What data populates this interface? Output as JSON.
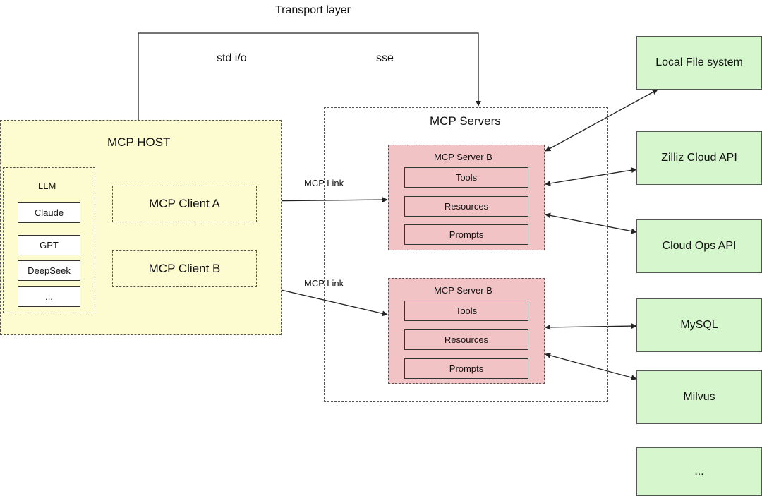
{
  "transport": {
    "title": "Transport layer",
    "stdio_label": "std i/o",
    "sse_label": "sse"
  },
  "host": {
    "title": "MCP HOST",
    "llm": {
      "title": "LLM",
      "items": [
        "Claude",
        "GPT",
        "DeepSeek",
        "..."
      ]
    },
    "clients": [
      "MCP Client A",
      "MCP Client B"
    ]
  },
  "links": {
    "label_a": "MCP Link",
    "label_b": "MCP Link"
  },
  "servers": {
    "title": "MCP Servers",
    "list": [
      {
        "title": "MCP Server B",
        "items": [
          "Tools",
          "Resources",
          "Prompts"
        ]
      },
      {
        "title": "MCP Server B",
        "items": [
          "Tools",
          "Resources",
          "Prompts"
        ]
      }
    ]
  },
  "services": [
    "Local File system",
    "Zilliz Cloud API",
    "Cloud Ops API",
    "MySQL",
    "Milvus",
    "..."
  ],
  "colors": {
    "host_fill": "#fdfbd0",
    "server_fill": "#f1c3c5",
    "service_fill": "#d6f7cd",
    "line": "#222222"
  }
}
